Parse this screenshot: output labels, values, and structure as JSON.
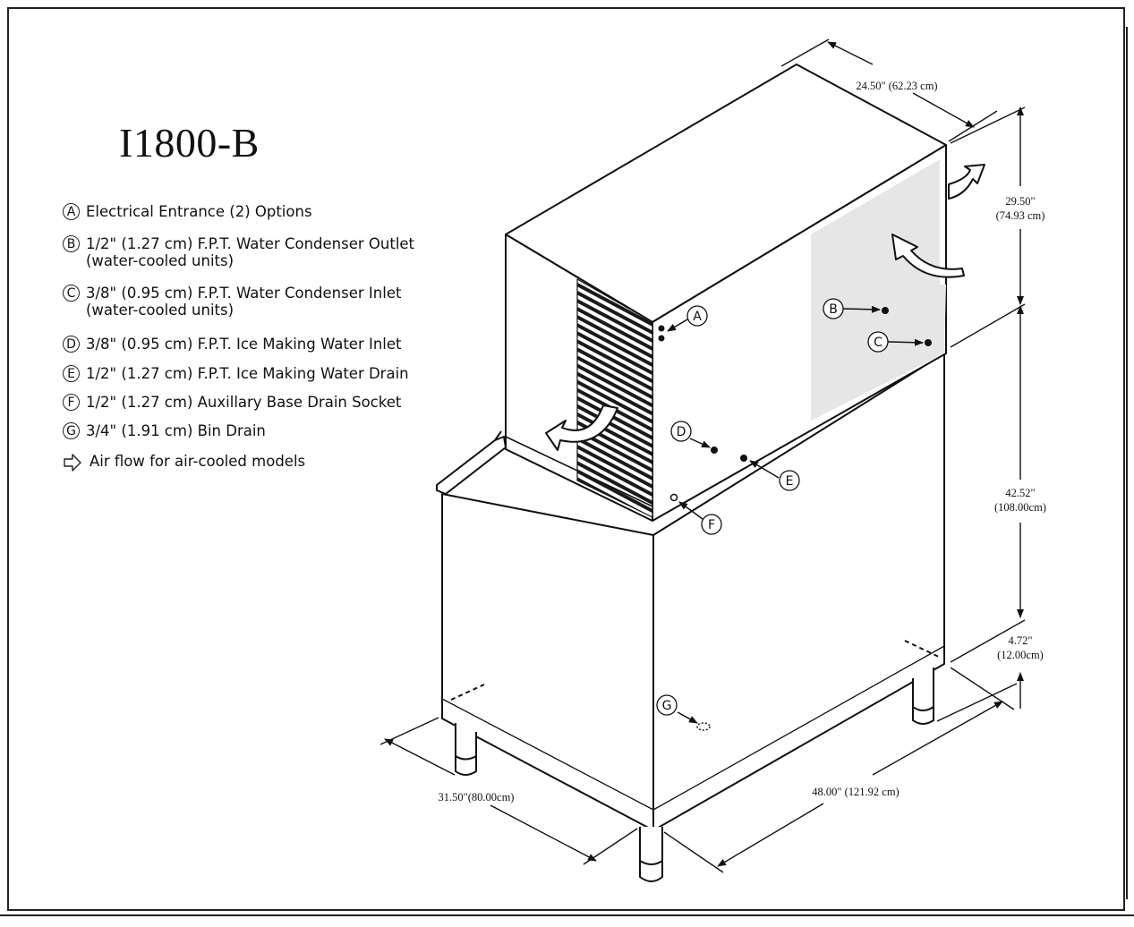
{
  "title": "I1800-B",
  "legend": [
    {
      "letter": "A",
      "lines": [
        "Electrical Entrance (2) Options"
      ]
    },
    {
      "letter": "B",
      "lines": [
        "1/2\" (1.27 cm) F.P.T. Water Condenser Outlet",
        "(water-cooled units)"
      ]
    },
    {
      "letter": "C",
      "lines": [
        "3/8\" (0.95 cm) F.P.T. Water Condenser Inlet",
        "(water-cooled units)"
      ]
    },
    {
      "letter": "D",
      "lines": [
        "3/8\" (0.95 cm) F.P.T. Ice Making Water Inlet"
      ]
    },
    {
      "letter": "E",
      "lines": [
        "1/2\" (1.27 cm) F.P.T. Ice Making Water Drain"
      ]
    },
    {
      "letter": "F",
      "lines": [
        "1/2\" (1.27 cm) Auxillary Base Drain Socket"
      ]
    },
    {
      "letter": "G",
      "lines": [
        "3/4\" (1.91 cm) Bin Drain"
      ]
    },
    {
      "letter": "",
      "icon": "airflow-arrow-icon",
      "lines": [
        "Air flow for air-cooled models"
      ]
    }
  ],
  "dimensions": {
    "depth_top": "24.50\" (62.23 cm)",
    "head_height": [
      "29.50\"",
      "(74.93 cm)"
    ],
    "bin_height": [
      "42.52\"",
      "(108.00cm)"
    ],
    "leg_height": [
      "4.72\"",
      "(12.00cm)"
    ],
    "bin_depth": "31.50\"(80.00cm)",
    "width": "48.00\" (121.92 cm)"
  },
  "callouts": [
    "A",
    "B",
    "C",
    "D",
    "E",
    "F",
    "G"
  ],
  "icons": {
    "airflow": "curved-arrow-icon",
    "legend_airflow": "hollow-arrow-icon"
  }
}
